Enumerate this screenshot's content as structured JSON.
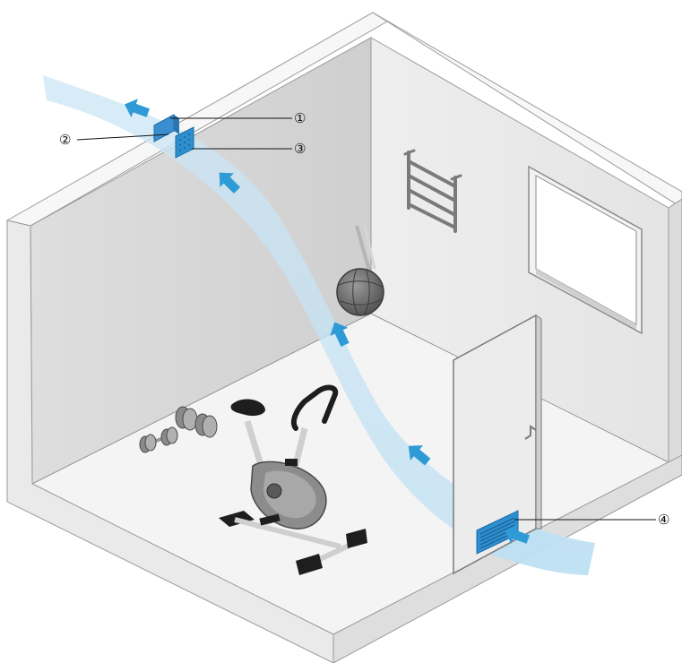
{
  "callouts": [
    {
      "id": "1",
      "label": "①"
    },
    {
      "id": "2",
      "label": "②"
    },
    {
      "id": "3",
      "label": "③"
    },
    {
      "id": "4",
      "label": "④"
    }
  ],
  "icons": {
    "airflow": "airflow-arrow-icon",
    "fan": "exhaust-fan-icon",
    "vent_grille": "door-vent-grille-icon",
    "radiator": "towel-radiator-icon",
    "window": "window-icon",
    "ball": "medicine-ball-icon",
    "bike": "exercise-bike-icon",
    "dumbbell": "dumbbell-icon"
  },
  "colors": {
    "airflow": "#cfe6f5",
    "arrow": "#2f9bd6",
    "device": "#2e8fd0",
    "wall": "#e6e6e6",
    "floor": "#f4f4f4"
  }
}
